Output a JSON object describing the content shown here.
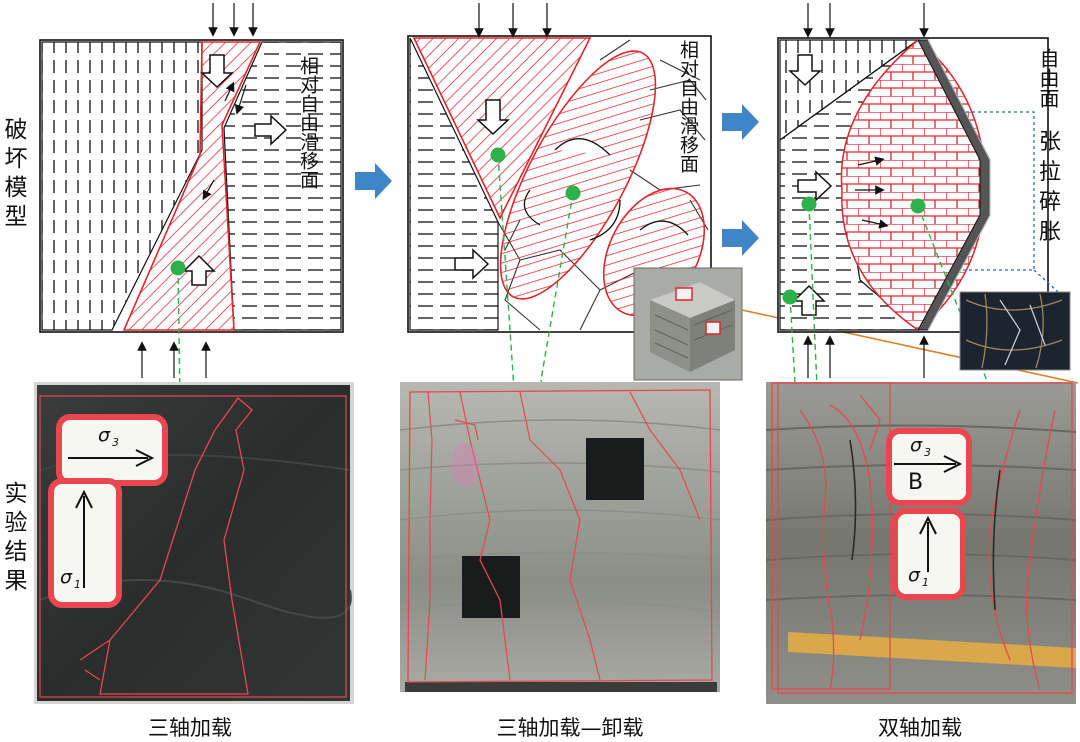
{
  "row_labels": {
    "failure_model": [
      "破",
      "坏",
      "模",
      "型"
    ],
    "test_results": [
      "实",
      "验",
      "结",
      "果"
    ]
  },
  "panels": [
    {
      "caption": "三轴加载",
      "slip_label": "相对自由滑移面",
      "stress_tag_1": {
        "main": "σ",
        "sub": "3"
      },
      "stress_tag_2": {
        "main": "σ",
        "sub": "1"
      }
    },
    {
      "caption": "三轴加载—卸载",
      "slip_label": "相对自由滑移面"
    },
    {
      "caption": "双轴加载",
      "free_face_label": "自由面",
      "tension_label": [
        "张",
        "拉",
        "碎",
        "胀"
      ],
      "stress_tag_1": {
        "main": "σ",
        "sub": "3",
        "extra": "B"
      },
      "stress_tag_2": {
        "main": "σ",
        "sub": "1"
      }
    }
  ],
  "colors": {
    "hatch_red": "#e0262e",
    "flow_arrow_blue": "#3f86c8",
    "marker_green": "#2db24a",
    "guide_green": "#2db24a",
    "crack_red": "#e8474f"
  }
}
